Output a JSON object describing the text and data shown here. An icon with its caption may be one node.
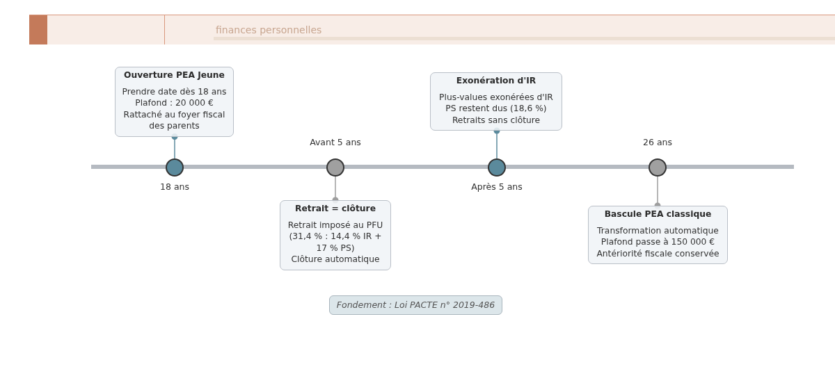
{
  "diagram": {
    "nodes": [
      {
        "text": [
          "Ouverture PEA Jeune",
          "Prendre date dès 18 ans",
          "Plafond : 20 000 €",
          "Rattaché au foyer fiscal des parents"
        ]
      },
      {
        "text": [],
        "shape": "circle",
        "beside": [
          "18 ans"
        ]
      },
      {
        "text": [],
        "shape": "circle",
        "beside": [
          "Avant 5 ans"
        ]
      },
      {
        "text": [
          "Retrait = clôture",
          "Retrait imposé au PFU (31,4 % : 14,4 % IR + 17 % PS)",
          "Clôture automatique"
        ]
      },
      {
        "text": [
          "Exonération d'IR",
          "Plus-values exonérées d'IR",
          "PS restent dus (18,6 %)",
          "Retraits sans clôture"
        ]
      },
      {
        "text": [],
        "shape": "circle",
        "beside": [
          "Après 5 ans"
        ]
      },
      {
        "text": [],
        "shape": "circle",
        "beside": [
          "26 ans"
        ]
      },
      {
        "text": [
          "Bascule PEA classique",
          "Transformation automatique",
          "Plafond passe à 150 000 €",
          "Antériorité fiscale conservée"
        ]
      },
      {
        "text": [
          "Fondement : Loi PACTE n° 2019-486"
        ]
      }
    ],
    "edges": [
      {
        "from": 0,
        "to": 1,
        "arrow": "other",
        "color": "#5b8a9c"
      },
      {
        "from": 3,
        "to": 2,
        "arrow": "other",
        "color": "#9e9e9e"
      },
      {
        "from": 4,
        "to": 5,
        "arrow": "other",
        "color": "#5b8a9c"
      },
      {
        "from": 7,
        "to": 6,
        "arrow": "other",
        "color": "#9e9e9e"
      }
    ],
    "labels": [
      "finances personnelles"
    ]
  }
}
